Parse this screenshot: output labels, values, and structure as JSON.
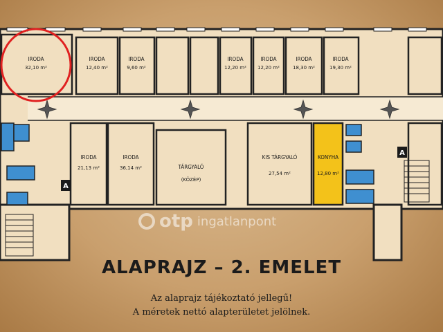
{
  "rooms": [
    {
      "label": "IRODA",
      "area": "32,10 m²"
    },
    {
      "label": "IRODA",
      "area": "12,40 m²"
    },
    {
      "label": "IRODA",
      "area": "9,60 m²"
    },
    {
      "label": "IRODA",
      "area": "12,20 m²"
    },
    {
      "label": "IRODA",
      "area": "12,20 m²"
    },
    {
      "label": "IRODA",
      "area": "18,30 m²"
    },
    {
      "label": "IRODA",
      "area": "19,30 m²"
    },
    {
      "label": "IRODA",
      "area": "21,13 m²"
    },
    {
      "label": "IRODA",
      "area": "36,14 m²"
    },
    {
      "label": "TÁRGYALÓ",
      "area": "(KÖZÉP)"
    },
    {
      "label": "KIS TÁRGYALÓ",
      "area": "27,54 m²"
    },
    {
      "label": "KONYHA",
      "area": "12,80 m²"
    }
  ],
  "stair_marks": [
    "A",
    "A"
  ],
  "title": "ALAPRAJZ – 2. EMELET",
  "notes": [
    "Az alaprajz tájékoztató jellegű!",
    "A méretek nettó alapterületet jelölnek."
  ],
  "watermark": {
    "brand": "otp",
    "suffix": "ingatlanpont"
  },
  "colors": {
    "highlight_circle": "#e02020",
    "kitchen": "#f3c21a",
    "wet_room": "#3f8fd0",
    "wall": "#222222",
    "floor": "#f1dfc0"
  }
}
